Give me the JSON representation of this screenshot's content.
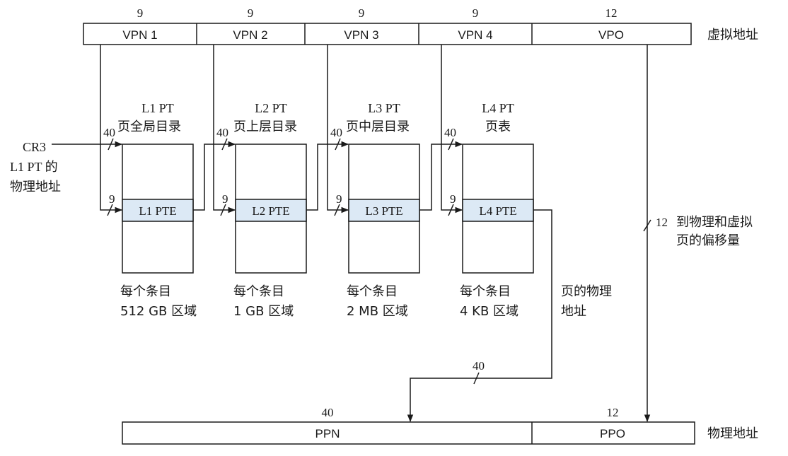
{
  "virtual_address": {
    "fields": [
      {
        "label": "VPN 1",
        "bits": "9"
      },
      {
        "label": "VPN 2",
        "bits": "9"
      },
      {
        "label": "VPN 3",
        "bits": "9"
      },
      {
        "label": "VPN 4",
        "bits": "9"
      },
      {
        "label": "VPO",
        "bits": "12"
      }
    ],
    "title": "虚拟地址"
  },
  "physical_address": {
    "fields": [
      {
        "label": "PPN",
        "bits": "40"
      },
      {
        "label": "PPO",
        "bits": "12"
      }
    ],
    "title": "物理地址"
  },
  "cr3": {
    "label": "CR3",
    "desc_line1": "L1 PT 的",
    "desc_line2": "物理地址",
    "width": "40"
  },
  "tables": [
    {
      "name": "L1 PT",
      "desc": "页全局目录",
      "pte": "L1 PTE",
      "region_line1": "每个条目",
      "region_line2": "512 GB 区域",
      "in_width": "40",
      "idx_width": "9"
    },
    {
      "name": "L2 PT",
      "desc": "页上层目录",
      "pte": "L2 PTE",
      "region_line1": "每个条目",
      "region_line2": "1 GB 区域",
      "in_width": "40",
      "idx_width": "9"
    },
    {
      "name": "L3 PT",
      "desc": "页中层目录",
      "pte": "L3 PTE",
      "region_line1": "每个条目",
      "region_line2": "2 MB 区域",
      "in_width": "40",
      "idx_width": "9"
    },
    {
      "name": "L4 PT",
      "desc": "页表",
      "pte": "L4 PTE",
      "region_line1": "每个条目",
      "region_line2": "4 KB 区域",
      "in_width": "40",
      "idx_width": "9"
    }
  ],
  "page_phys_addr": {
    "line1": "页的物理",
    "line2": "地址",
    "width": "40"
  },
  "offset": {
    "width": "12",
    "line1": "到物理和虚拟",
    "line2": "页的偏移量"
  },
  "colors": {
    "line": "#1a1a1a",
    "pte_fill": "#dce9f5",
    "text": "#1a1a1a"
  }
}
